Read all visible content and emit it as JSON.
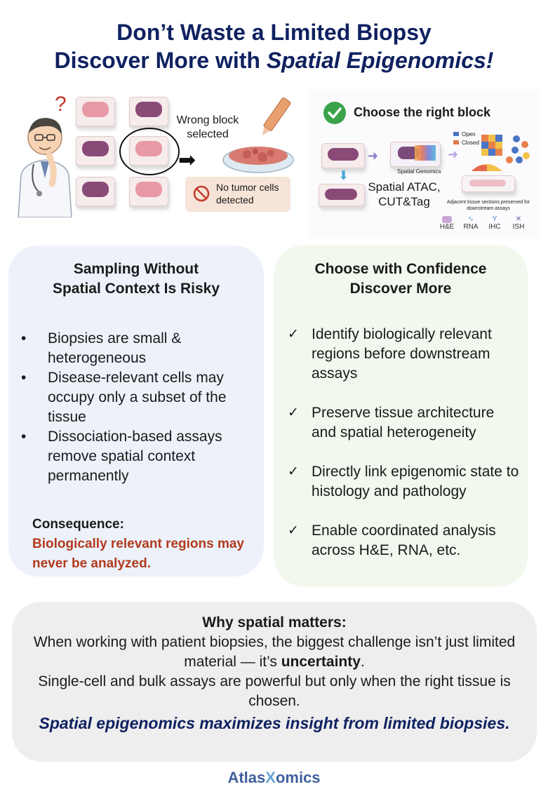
{
  "title": {
    "line1": "Don’t Waste a Limited Biopsy",
    "line2_prefix": "Discover More with ",
    "line2_italic": "Spatial Epigenomics!"
  },
  "illustration_left": {
    "question_mark": "?",
    "callout": "Wrong block selected",
    "warning_text": "No tumor cells detected"
  },
  "illustration_right": {
    "heading": "Choose the right block",
    "legend_open": "Open",
    "legend_closed": "Closed",
    "spatial_genomics_label": "Spatial Genomics",
    "assay_label_1": "Spatial ATAC,",
    "assay_label_2": "CUT&Tag",
    "adjacent_note": "Adjacent tissue sections preserved for downstream assays",
    "assays": [
      "H&E",
      "RNA",
      "IHC",
      "ISH"
    ]
  },
  "left_panel": {
    "heading_1": "Sampling Without",
    "heading_2": "Spatial Context Is Risky",
    "bullets": [
      "Biopsies are small & heterogeneous",
      "Disease-relevant cells may occupy only a subset of the tissue",
      "Dissociation-based assays remove spatial context permanently"
    ],
    "consequence_label": "Consequence:",
    "consequence_text": "Biologically relevant regions may never be analyzed."
  },
  "right_panel": {
    "heading_1": "Choose with Confidence",
    "heading_2": "Discover More",
    "checks": [
      "Identify biologically relevant regions before downstream assays",
      "Preserve tissue architecture and spatial heterogeneity",
      "Directly link epigenomic state to histology and pathology",
      "Enable coordinated analysis across H&E, RNA, etc."
    ]
  },
  "bottom_panel": {
    "heading": "Why spatial matters:",
    "line1": "When working with patient biopsies, the biggest challenge isn’t just limited material — it’s ",
    "line1_bold": "uncertainty",
    "line1_end": ".",
    "line2": "Single-cell and bulk assays are powerful but only when the right tissue is chosen.",
    "emphasis": "Spatial epigenomics maximizes insight from limited biopsies."
  },
  "logo": {
    "part1": "Atlas",
    "part2": "X",
    "part3": "omics"
  },
  "colors": {
    "title": "#0f2160",
    "consequence_red": "#b23a1e",
    "logo_blue": "#3f5f9e",
    "logo_x": "#6aa5d8",
    "check_green": "#3aa34a"
  }
}
